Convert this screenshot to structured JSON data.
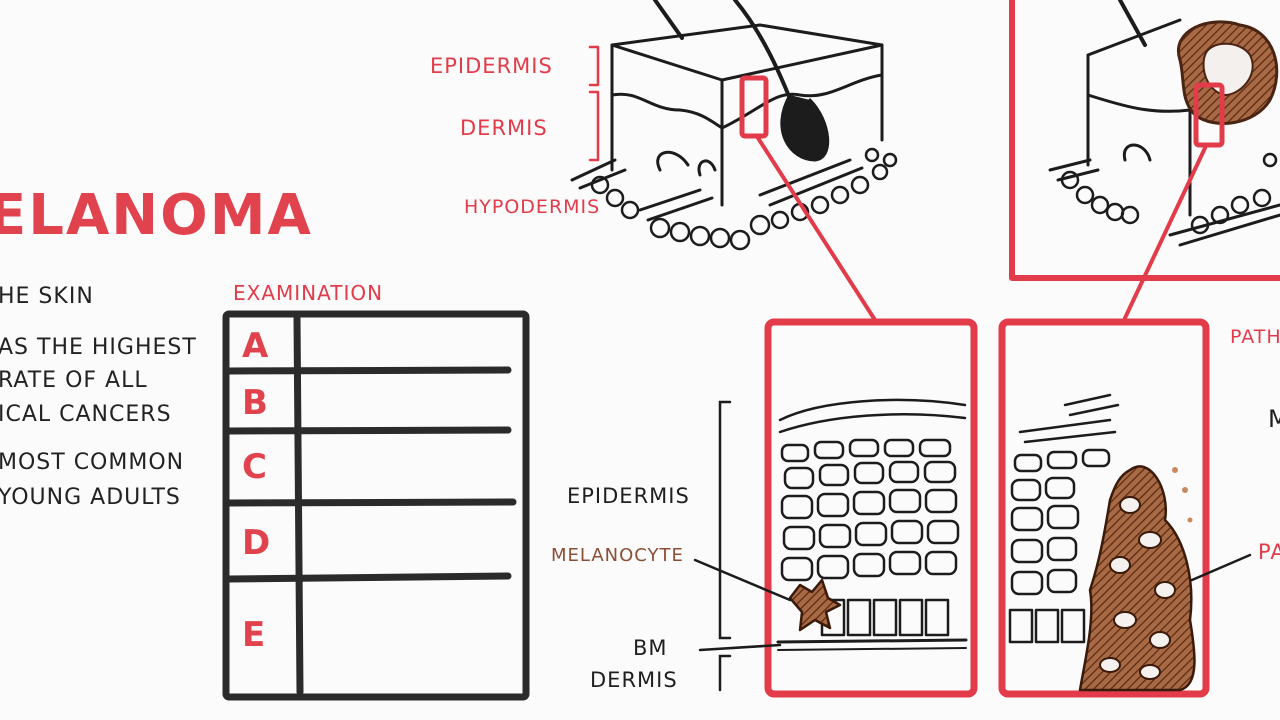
{
  "title": "ELANOMA",
  "bullets": [
    "HE SKIN",
    "AS THE HIGHEST",
    "RATE OF ALL",
    "ICAL CANCERS",
    "MOST COMMON",
    "YOUNG ADULTS"
  ],
  "examination": {
    "heading": "EXAMINATION",
    "letters": [
      "A",
      "B",
      "C",
      "D",
      "E"
    ]
  },
  "skin_diagram": {
    "labels": [
      "EPIDERMIS",
      "DERMIS",
      "HYPODERMIS"
    ]
  },
  "histology": {
    "labels": [
      "EPIDERMIS",
      "MELANOCYTE",
      "BM",
      "DERMIS"
    ]
  },
  "right_edge": {
    "labels": [
      "PATH",
      "M",
      "PA"
    ]
  },
  "colors": {
    "accent_red": "#e23b4a",
    "ink": "#1f1f1f",
    "melanin_brown": "#7a3f1e"
  }
}
